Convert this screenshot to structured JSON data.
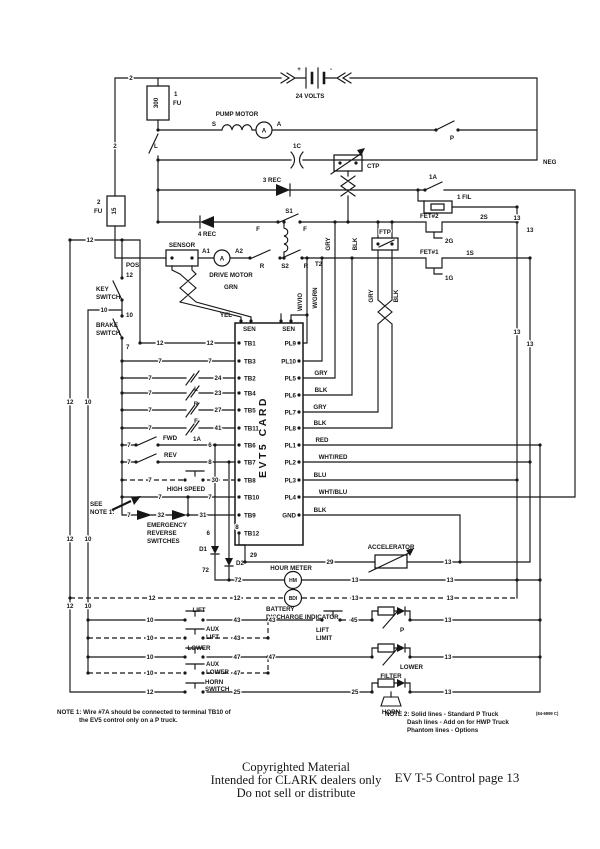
{
  "power": {
    "volts": "24 VOLTS",
    "plus": "+",
    "minus": "-",
    "fuse1_value": "300",
    "fuse1_num": "1",
    "fuse1_unit": "FU",
    "fuse2_value": "15",
    "fuse2_num": "2",
    "fuse2_unit": "FU",
    "neg": "NEG",
    "pos": "POS"
  },
  "pump": {
    "label": "PUMP MOTOR",
    "term_s": "S",
    "term_a": "A",
    "ammeter": "A",
    "contact_p": "P",
    "contact_l": "L",
    "contact_1c": "1C",
    "ctp": "CTP"
  },
  "drive": {
    "label": "DRIVE MOTOR",
    "sensor": "SENSOR",
    "a1": "A1",
    "a2": "A2",
    "ammeter": "A",
    "rec3": "3 REC",
    "rec4": "4 REC",
    "s1": "S1",
    "s2": "S2",
    "f": "F",
    "r": "R",
    "t2": "T2"
  },
  "fet": {
    "a1": "1A",
    "fil": "1 FIL",
    "fet2": "FET#2",
    "s2": "2S",
    "g2": "2G",
    "fet1": "FET#1",
    "s1": "1S",
    "g1": "1G",
    "ftp": "FTP"
  },
  "wires": {
    "w2": "2",
    "w6": "6",
    "w7": "7",
    "w8": "8",
    "w10": "10",
    "w12": "12",
    "w13": "13",
    "w23": "23",
    "w24": "24",
    "w25": "25",
    "w27": "27",
    "w29": "29",
    "w30": "30",
    "w31": "31",
    "w32": "32",
    "w41": "41",
    "w43": "43",
    "w45": "45",
    "w47": "47",
    "w72": "72"
  },
  "colors": {
    "grn": "GRN",
    "yel": "YEL",
    "w_vio": "W/VIO",
    "w_grn": "W/GRN",
    "gry": "GRY",
    "blk": "BLK",
    "red": "RED",
    "wht_red": "WHT/RED",
    "blu": "BLU",
    "wht_blu": "WHT/BLU"
  },
  "card": {
    "title": "EVT5 CARD",
    "sen": "SEN",
    "tb": [
      "TB1",
      "TB3",
      "TB2",
      "TB4",
      "TB5",
      "TB11",
      "TB6",
      "TB7",
      "TB8",
      "TB10",
      "TB9",
      "TB12"
    ],
    "pl": [
      "PL9",
      "PL10",
      "PL5",
      "PL6",
      "PL7",
      "PL8",
      "PL1",
      "PL2",
      "PL3",
      "PL4",
      "GND"
    ]
  },
  "switches": {
    "key_1": "KEY",
    "key_2": "SWITCH",
    "brake_1": "BRAKE",
    "brake_2": "SWITCH",
    "fwd": "FWD",
    "rev": "REV",
    "high_speed": "HIGH SPEED",
    "see_1": "SEE",
    "see_2": "NOTE 1:",
    "emergency_1": "EMERGENCY",
    "emergency_2": "REVERSE",
    "emergency_3": "SWITCHES",
    "lift": "LIFT",
    "aux": "AUX",
    "lower": "LOWER",
    "horn": "HORN",
    "switch": "SWITCH",
    "lift_limit_1": "LIFT",
    "lift_limit_2": "LIMIT"
  },
  "coils": {
    "l": "L",
    "r": "R",
    "f": "F",
    "a1": "1A",
    "p": "P",
    "lower": "LOWER",
    "filter": "FILTER",
    "horn": "HORN"
  },
  "bottom": {
    "d1": "D1",
    "d2": "D2",
    "hour_meter": "HOUR METER",
    "hm": "HM",
    "bdi": "BDI",
    "battery_1": "BATTERY",
    "battery_2": "DISCHARGE INDICATOR",
    "accelerator": "ACCELERATOR"
  },
  "notes": {
    "note1_line1": "NOTE 1: Wire #7A should be connected to terminal TB10 of",
    "note1_line2": "the EV5 control only on a P truck.",
    "note2_line1": "NOTE 2: Solid lines - Standard P Truck",
    "note2_line2": "Dash lines - Add on for HWP Truck",
    "note2_line3": "Phantom lines - Options",
    "doc_code": "(84-6999 C)"
  },
  "footer": {
    "copyright_line1": "Copyrighted Material",
    "copyright_line2": "Intended for CLARK dealers only",
    "copyright_line3": "Do not sell or distribute",
    "copyright_color": "#b23833",
    "page_label": "EV T-5 Control page 13"
  }
}
